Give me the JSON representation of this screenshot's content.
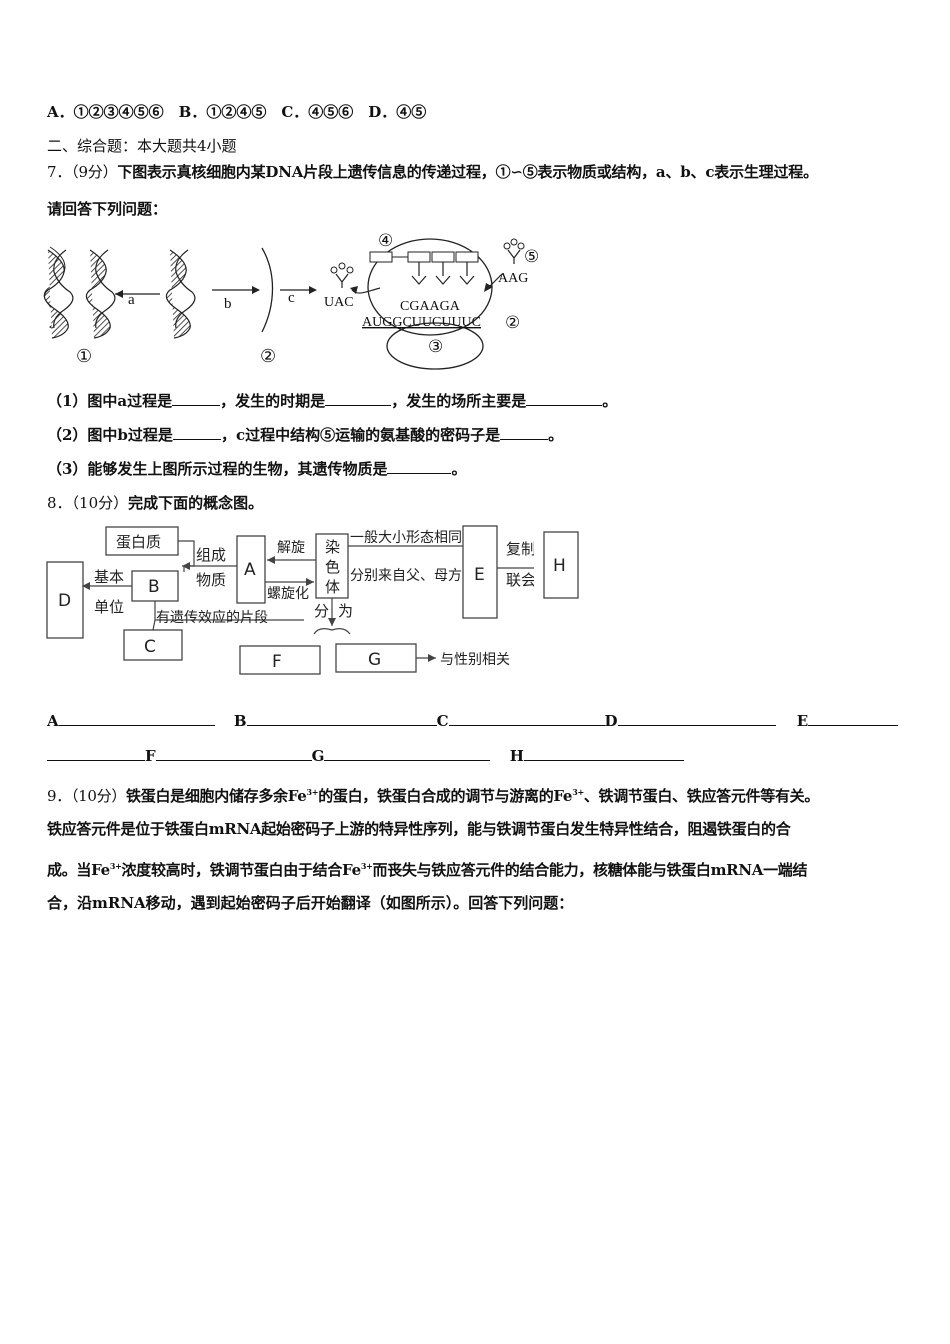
{
  "options_line": "A．①②③④⑤⑥　B．①②④⑤　C．④⑤⑥　D．④⑤",
  "section_title": "二、综合题：本大题共4小题",
  "q7": {
    "number": "7．",
    "points": "（9分）",
    "stem1": "下图表示真核细胞内某DNA片段上遗传信息的传递过程，①∽⑤表示物质或结构，a、b、c表示生理过程。",
    "stem2": "请回答下列问题：",
    "figure": {
      "label_a": "a",
      "label_b": "b",
      "label_c": "c",
      "num1": "①",
      "num2": "②",
      "num3": "③",
      "num4": "④",
      "num5": "⑤",
      "uac": "UAC",
      "cgaaga": "CGAAGA",
      "mrna": "AUGGCUUCUUUC",
      "aag": "AAG"
    },
    "sub1_pre": "（1）图中a过程是",
    "sub1_mid1": "，发生的时期是",
    "sub1_mid2": "，发生的场所主要是",
    "sub1_end": "。",
    "sub2_pre": "（2）图中b过程是",
    "sub2_mid": "，c过程中结构⑤运输的氨基酸的密码子是",
    "sub2_end": "。",
    "sub3_pre": "（3）能够发生上图所示过程的生物，其遗传物质是",
    "sub3_end": "。"
  },
  "q8": {
    "number": "8．",
    "points": "（10分）",
    "stem": "完成下面的概念图。",
    "concept_map": {
      "protein": "蛋白质",
      "compose1": "组成",
      "compose2": "物质",
      "A": "A",
      "B": "B",
      "C": "C",
      "D": "D",
      "E": "E",
      "F": "F",
      "G": "G",
      "H": "H",
      "basic1": "基本",
      "basic2": "单位",
      "gene_segment": "有遗传效应的片段",
      "unspiral1": "解旋",
      "spiral": "螺旋化",
      "chromosome1": "染",
      "chromosome2": "色",
      "chromosome3": "体",
      "same_shape": "一般大小形态相同",
      "from_parents": "分别来自父、母方",
      "replicate1": "复制",
      "replicate2": "联会",
      "divide1": "分",
      "divide2": "为",
      "sex_related": "与性别相关"
    },
    "answers": [
      "A",
      "B",
      "C",
      "D",
      "E",
      "F",
      "G",
      "H"
    ]
  },
  "q9": {
    "number": "9．",
    "points": "（10分）",
    "line1_a": "铁蛋白是细胞内储存多余Fe",
    "line1_b": "的蛋白，铁蛋白合成的调节与游离的Fe",
    "line1_c": "、铁调节蛋白、铁应答元件等有关。",
    "sup": "3+",
    "line2": "铁应答元件是位于铁蛋白mRNA起始密码子上游的特异性序列，能与铁调节蛋白发生特异性结合，阻遏铁蛋白的合",
    "line3_a": "成。当Fe",
    "line3_b": "浓度较高时，铁调节蛋白由于结合Fe",
    "line3_c": "而丧失与铁应答元件的结合能力，核糖体能与铁蛋白mRNA一端结",
    "line4": "合，沿mRNA移动，遇到起始密码子后开始翻译（如图所示）。回答下列问题："
  }
}
